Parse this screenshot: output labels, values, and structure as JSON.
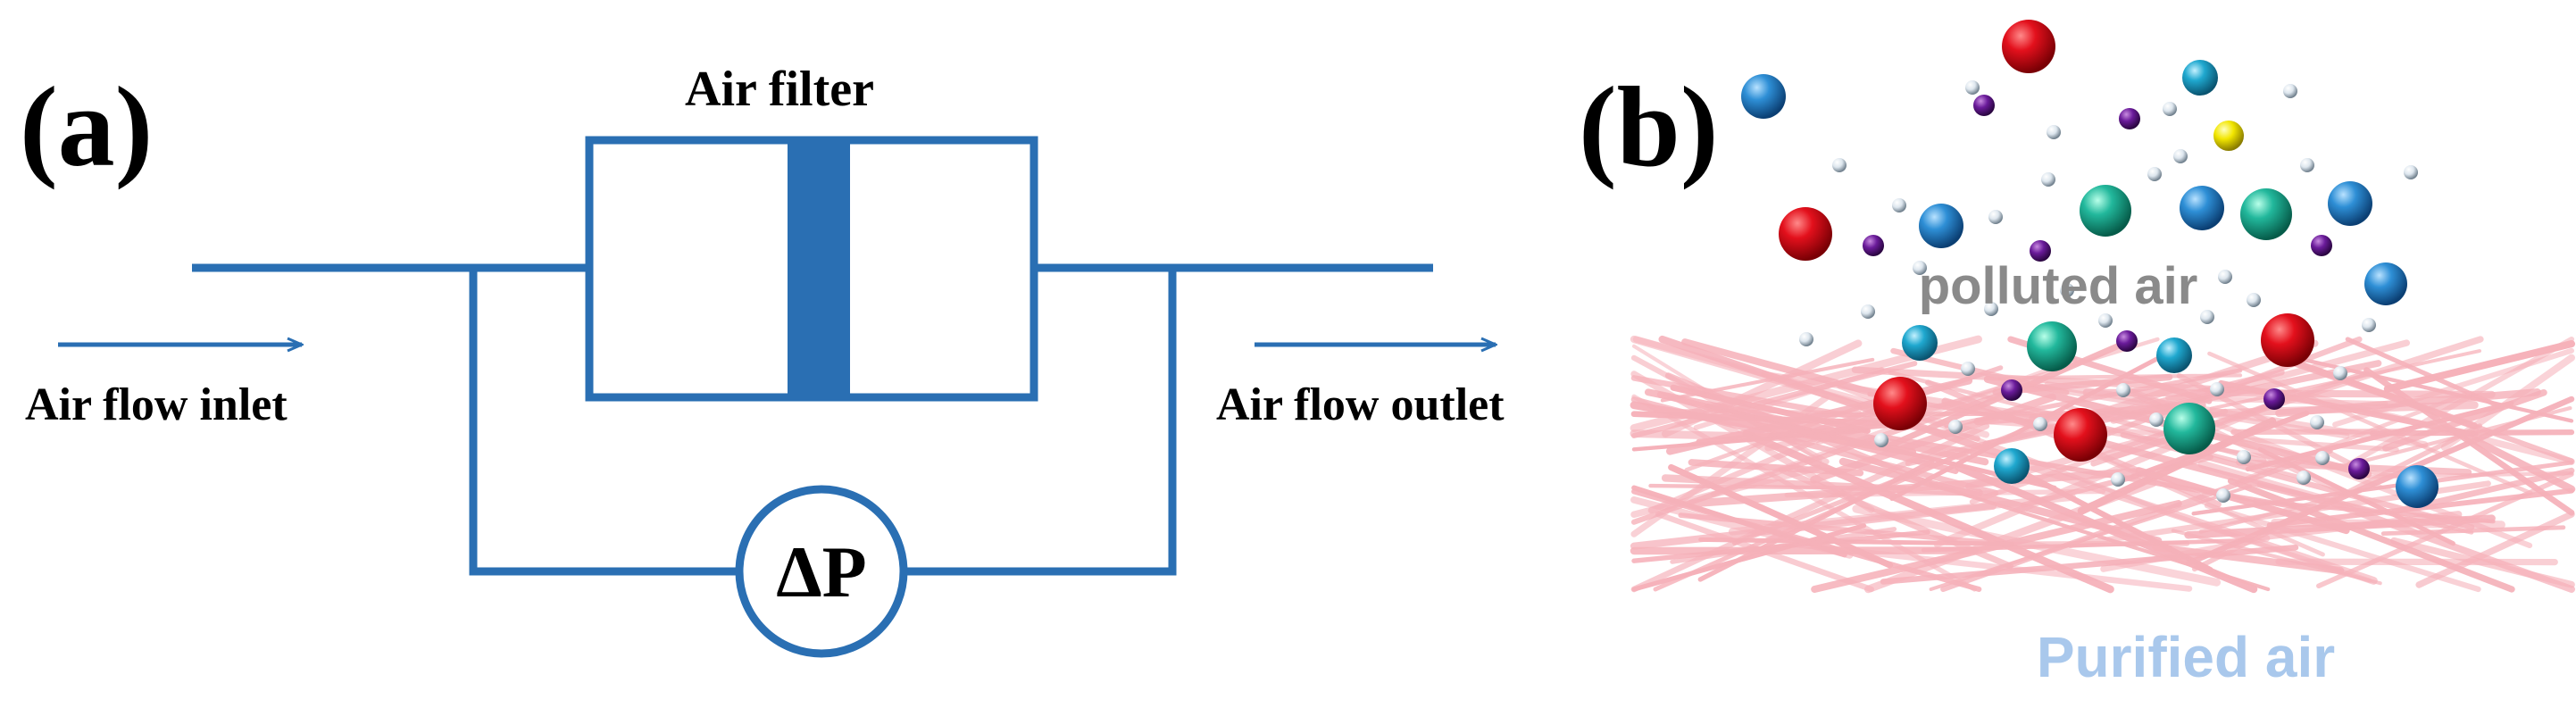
{
  "panel_a": {
    "label": "(a)",
    "filter_title": "Air filter",
    "inlet_label": "Air flow inlet",
    "outlet_label": "Air flow outlet",
    "gauge_label": "ΔP",
    "line_color": "#2a6fb3"
  },
  "panel_b": {
    "label": "(b)",
    "polluted_label": "polluted air",
    "purified_label": "Purified air",
    "fiber_color": "#f4a3ad",
    "polluted_text_color": "#8a8a8a",
    "purified_text_color": "#a9c8ec",
    "particle_colors": {
      "red": "#e3101c",
      "blue": "#2e8fd6",
      "teal": "#22b89c",
      "cyan": "#1fa8cf",
      "purple": "#6a1b9a",
      "yellow": "#f2e600",
      "small": "#c8d4df"
    }
  }
}
